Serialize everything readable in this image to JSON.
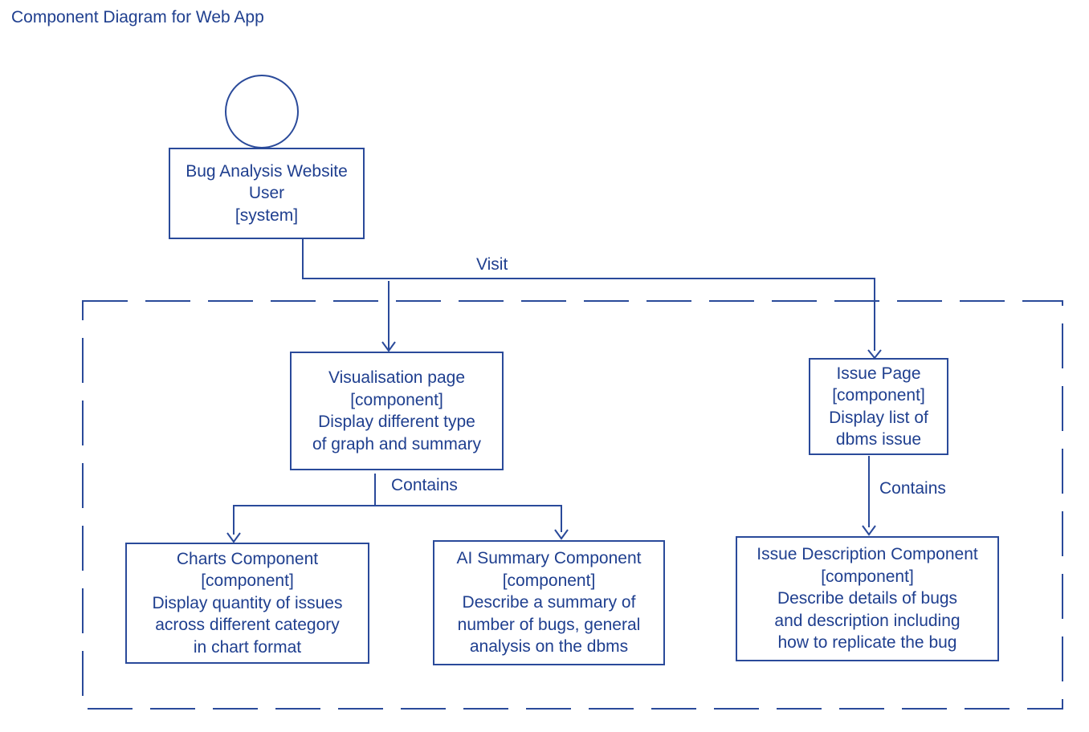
{
  "title": "Component Diagram for Web App",
  "colors": {
    "stroke": "#2a4a9a",
    "text": "#1f3f8f",
    "background": "#ffffff"
  },
  "nodes": {
    "user": {
      "lines": [
        "Bug Analysis Website",
        "User",
        "[system]"
      ]
    },
    "visualisation_page": {
      "lines": [
        "Visualisation page",
        "[component]",
        "Display different type",
        "of graph and summary"
      ]
    },
    "issue_page": {
      "lines": [
        "Issue Page",
        "[component]",
        "Display list of",
        "dbms issue"
      ]
    },
    "charts_component": {
      "lines": [
        "Charts Component",
        "[component]",
        "Display quantity of issues",
        "across different category",
        "in chart format"
      ]
    },
    "ai_summary_component": {
      "lines": [
        "AI Summary Component",
        "[component]",
        "Describe a summary of",
        "number of bugs, general",
        "analysis on the dbms"
      ]
    },
    "issue_description_component": {
      "lines": [
        "Issue Description Component",
        "[component]",
        "Describe details of bugs",
        "and description including",
        "how to replicate the bug"
      ]
    }
  },
  "edges": {
    "visit_label": "Visit",
    "contains_left_label": "Contains",
    "contains_right_label": "Contains"
  }
}
